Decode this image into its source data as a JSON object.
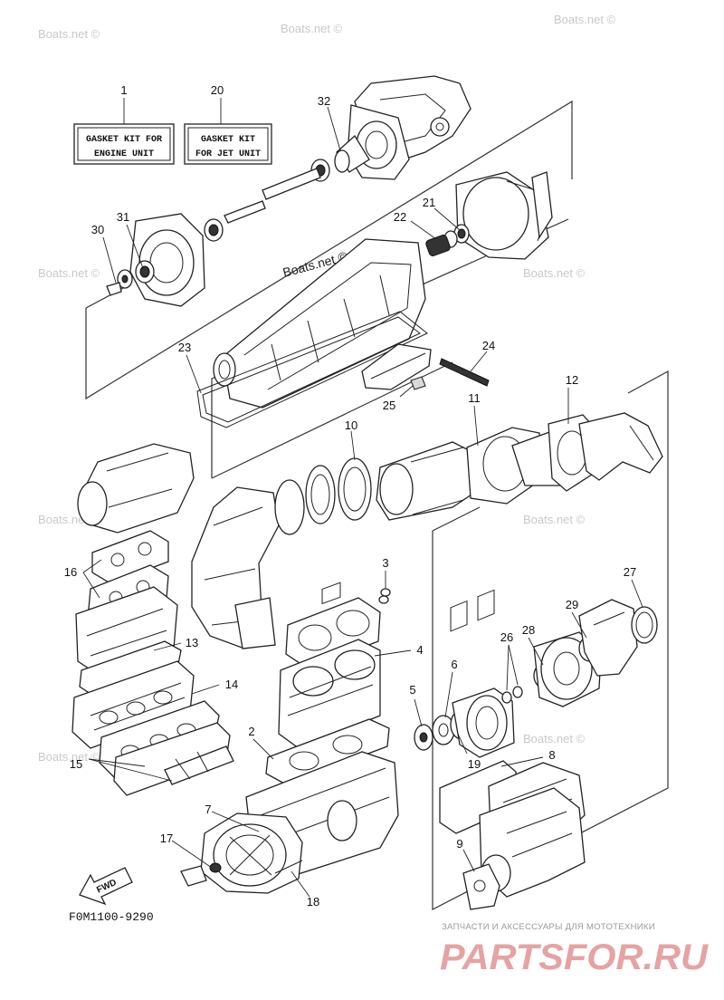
{
  "watermark": "Boats.net ©",
  "kit_boxes": [
    {
      "ref": "1",
      "line1": "GASKET KIT FOR",
      "line2": "ENGINE UNIT"
    },
    {
      "ref": "20",
      "line1": "GASKET KIT",
      "line2": "FOR JET UNIT"
    }
  ],
  "callouts": [
    "1",
    "20",
    "32",
    "31",
    "30",
    "22",
    "21",
    "23",
    "24",
    "25",
    "11",
    "12",
    "10",
    "3",
    "27",
    "16",
    "13",
    "14",
    "15",
    "4",
    "5",
    "6",
    "26",
    "28",
    "29",
    "2",
    "19",
    "8",
    "7",
    "17",
    "9",
    "18"
  ],
  "diagram_code": "F0M1100-9290",
  "fwd_label": "FWD",
  "promo": {
    "strap": "ЗАПЧАСТИ И АКСЕССУАРЫ ДЛЯ МОТОТЕХНИКИ",
    "brand": "PARTSFOR.RU",
    "color": "#e6a3a3"
  }
}
